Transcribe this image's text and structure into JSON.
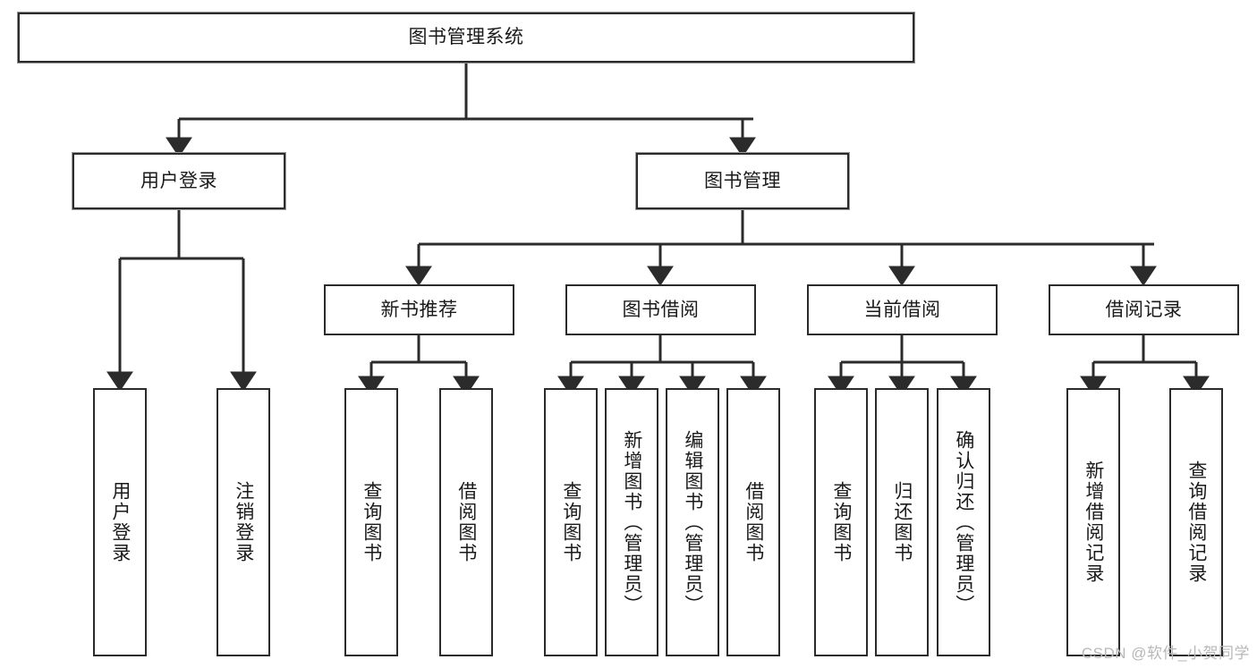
{
  "diagram": {
    "title": "图书管理系统",
    "type": "hierarchy-tree",
    "background_color": "#ffffff",
    "line_color": "#2b2b2b",
    "text_color": "#1a1a1a"
  },
  "root": {
    "label": "图书管理系统"
  },
  "level2": [
    {
      "label": "用户登录"
    },
    {
      "label": "图书管理"
    }
  ],
  "level3": [
    {
      "label": "新书推荐"
    },
    {
      "label": "图书借阅"
    },
    {
      "label": "当前借阅"
    },
    {
      "label": "借阅记录"
    }
  ],
  "leaves": {
    "user_login": [
      {
        "label": "用户登录"
      },
      {
        "label": "注销登录"
      }
    ],
    "new_book_recommend": [
      {
        "label": "查询图书"
      },
      {
        "label": "借阅图书"
      }
    ],
    "book_borrow": [
      {
        "label": "查询图书"
      },
      {
        "label": "新增图书（管理员）"
      },
      {
        "label": "编辑图书（管理员）"
      },
      {
        "label": "借阅图书"
      }
    ],
    "current_borrow": [
      {
        "label": "查询图书"
      },
      {
        "label": "归还图书"
      },
      {
        "label": "确认归还（管理员）"
      }
    ],
    "borrow_record": [
      {
        "label": "新增借阅记录"
      },
      {
        "label": "查询借阅记录"
      }
    ]
  },
  "watermark": {
    "text": "CSDN @软件_小贺同学"
  }
}
